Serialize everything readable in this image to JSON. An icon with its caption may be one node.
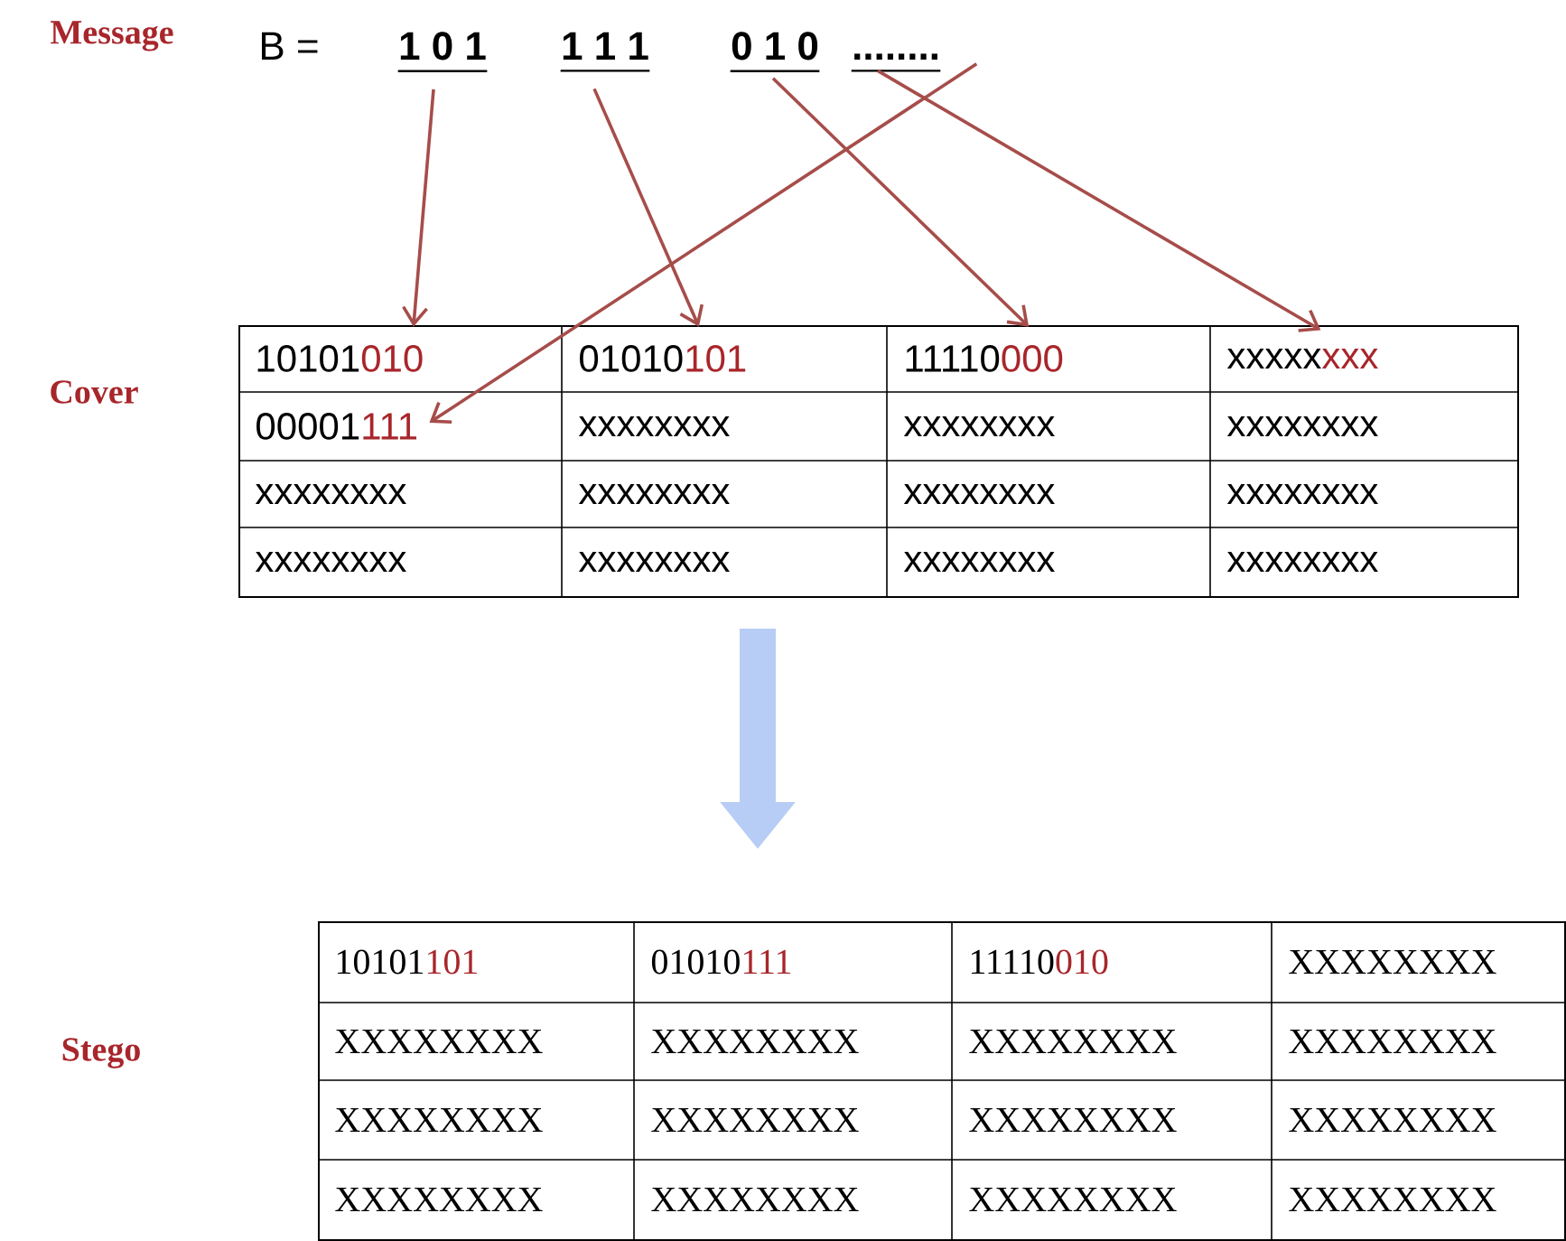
{
  "diagram": {
    "nodes": [
      {
        "text": [
          "1 0 1"
        ]
      },
      {
        "text": [
          "1 1 1"
        ]
      },
      {
        "text": [
          "0 1 0"
        ]
      },
      {
        "text": [
          "........"
        ]
      },
      {
        "text": [],
        "shape": "box"
      },
      {
        "text": [
          "10101",
          "010"
        ],
        "in": 4
      },
      {
        "text": [
          "01010",
          "101"
        ],
        "in": 4
      },
      {
        "text": [
          "11110",
          "000"
        ],
        "in": 4
      },
      {
        "text": [
          "xxxxx",
          "xxx"
        ],
        "in": 4
      },
      {
        "text": [
          "00001",
          "111"
        ],
        "in": 4
      },
      {
        "text": [
          "xxxxxxxx"
        ],
        "in": 4
      },
      {
        "text": [
          "xxxxxxxx"
        ],
        "in": 4
      },
      {
        "text": [
          "xxxxxxxx"
        ],
        "in": 4
      },
      {
        "text": [
          "xxxxxxxx"
        ],
        "in": 4
      },
      {
        "text": [
          "xxxxxxxx"
        ],
        "in": 4
      },
      {
        "text": [
          "xxxxxxxx"
        ],
        "in": 4
      },
      {
        "text": [
          "xxxxxxxx"
        ],
        "in": 4
      },
      {
        "text": [
          "xxxxxxxx"
        ],
        "in": 4
      },
      {
        "text": [
          "xxxxxxxx"
        ],
        "in": 4
      },
      {
        "text": [
          "xxxxxxxx"
        ],
        "in": 4
      },
      {
        "text": [
          "xxxxxxxx"
        ],
        "in": 4
      },
      {
        "text": [],
        "shape": "box"
      },
      {
        "text": [
          "10101",
          "101"
        ],
        "in": 21
      },
      {
        "text": [
          "01010",
          "111"
        ],
        "in": 21
      },
      {
        "text": [
          "11110",
          "010"
        ],
        "in": 21
      },
      {
        "text": [
          "XXXXXXXX"
        ],
        "in": 21
      },
      {
        "text": [
          "XXXXXXXX"
        ],
        "in": 21
      },
      {
        "text": [
          "XXXXXXXX"
        ],
        "in": 21
      },
      {
        "text": [
          "XXXXXXXX"
        ],
        "in": 21
      },
      {
        "text": [
          "XXXXXXXX"
        ],
        "in": 21
      },
      {
        "text": [
          "XXXXXXXX"
        ],
        "in": 21
      },
      {
        "text": [
          "XXXXXXXX"
        ],
        "in": 21
      },
      {
        "text": [
          "XXXXXXXX"
        ],
        "in": 21
      },
      {
        "text": [
          "XXXXXXXX"
        ],
        "in": 21
      },
      {
        "text": [
          "XXXXXXXX"
        ],
        "in": 21
      },
      {
        "text": [
          "XXXXXXXX"
        ],
        "in": 21
      },
      {
        "text": [
          "XXXXXXXX"
        ],
        "in": 21
      },
      {
        "text": [
          "XXXXXXXX"
        ],
        "in": 21
      }
    ],
    "edges": [
      {
        "from": 0,
        "to": 5,
        "arrow": "to"
      },
      {
        "from": 1,
        "to": 6,
        "arrow": "to"
      },
      {
        "from": 2,
        "to": 7,
        "arrow": "to"
      },
      {
        "from": 3,
        "to": 8,
        "arrow": "to"
      },
      {
        "from": 3,
        "to": 9,
        "arrow": "to"
      },
      {
        "from": 4,
        "to": 21,
        "arrow": "to",
        "style": "thick",
        "color": "#b8cdf5"
      }
    ],
    "labels": [
      "Message",
      "B =",
      "Cover",
      "Stego"
    ]
  }
}
